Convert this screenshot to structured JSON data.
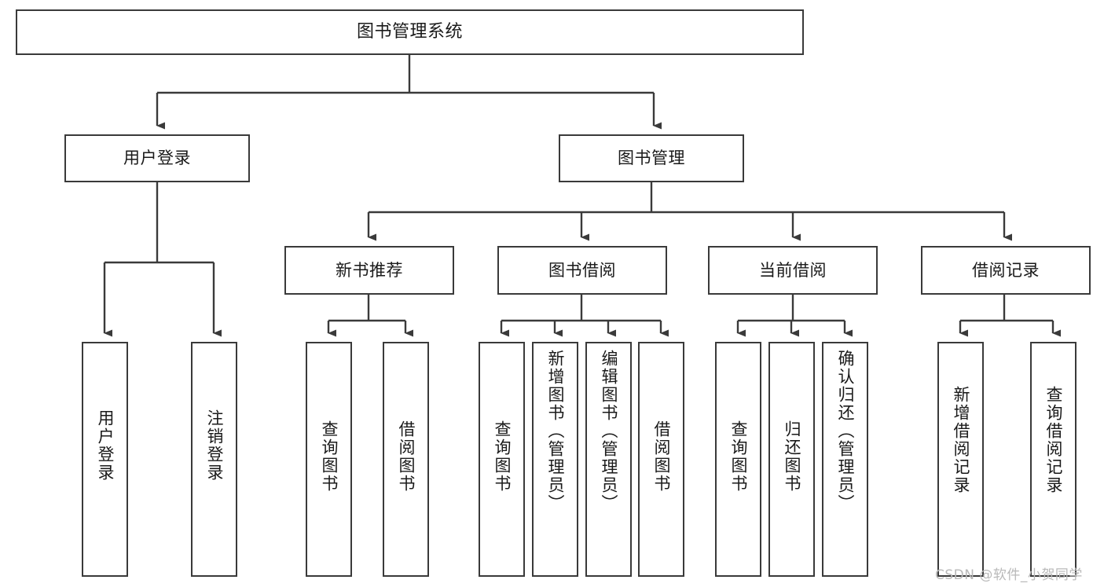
{
  "diagram": {
    "title": "图书管理系统",
    "type": "hierarchy-tree",
    "orientation": "top-down",
    "style": {
      "box_border_color": "#3a3a3a",
      "box_fill_color": "#ffffff",
      "connector_color": "#3a3a3a",
      "text_color": "#1a1a1a",
      "background_color": "#ffffff"
    },
    "levels": [
      {
        "level": 1,
        "nodes": [
          {
            "id": "root",
            "label": "图书管理系统",
            "orientation": "horizontal"
          }
        ]
      },
      {
        "level": 2,
        "nodes": [
          {
            "id": "user-login",
            "label": "用户登录",
            "parent": "root",
            "orientation": "horizontal"
          },
          {
            "id": "book-manage",
            "label": "图书管理",
            "parent": "root",
            "orientation": "horizontal"
          }
        ]
      },
      {
        "level": 3,
        "nodes": [
          {
            "id": "new-book-rec",
            "label": "新书推荐",
            "parent": "book-manage",
            "orientation": "horizontal"
          },
          {
            "id": "book-borrow",
            "label": "图书借阅",
            "parent": "book-manage",
            "orientation": "horizontal"
          },
          {
            "id": "current-borrow",
            "label": "当前借阅",
            "parent": "book-manage",
            "orientation": "horizontal"
          },
          {
            "id": "borrow-record",
            "label": "借阅记录",
            "parent": "book-manage",
            "orientation": "horizontal"
          }
        ]
      },
      {
        "level": 4,
        "nodes": [
          {
            "id": "leaf-user-login",
            "label": "用户登录",
            "parent": "user-login",
            "orientation": "vertical"
          },
          {
            "id": "leaf-logout-login",
            "label": "注销登录",
            "parent": "user-login",
            "orientation": "vertical"
          },
          {
            "id": "leaf-query-book-1",
            "label": "查询图书",
            "parent": "new-book-rec",
            "orientation": "vertical"
          },
          {
            "id": "leaf-borrow-book-1",
            "label": "借阅图书",
            "parent": "new-book-rec",
            "orientation": "vertical"
          },
          {
            "id": "leaf-query-book-2",
            "label": "查询图书",
            "parent": "book-borrow",
            "orientation": "vertical"
          },
          {
            "id": "leaf-add-book",
            "label": "新增图书（管理员）",
            "parent": "book-borrow",
            "orientation": "vertical"
          },
          {
            "id": "leaf-edit-book",
            "label": "编辑图书（管理员）",
            "parent": "book-borrow",
            "orientation": "vertical"
          },
          {
            "id": "leaf-borrow-book-2",
            "label": "借阅图书",
            "parent": "book-borrow",
            "orientation": "vertical"
          },
          {
            "id": "leaf-query-book-3",
            "label": "查询图书",
            "parent": "current-borrow",
            "orientation": "vertical"
          },
          {
            "id": "leaf-return-book",
            "label": "归还图书",
            "parent": "current-borrow",
            "orientation": "vertical"
          },
          {
            "id": "leaf-confirm-return",
            "label": "确认归还（管理员）",
            "parent": "current-borrow",
            "orientation": "vertical"
          },
          {
            "id": "leaf-add-record",
            "label": "新增借阅记录",
            "parent": "borrow-record",
            "orientation": "vertical"
          },
          {
            "id": "leaf-query-record",
            "label": "查询借阅记录",
            "parent": "borrow-record",
            "orientation": "vertical"
          }
        ]
      }
    ]
  },
  "watermark": {
    "text": "CSDN @软件_小贺同学"
  }
}
